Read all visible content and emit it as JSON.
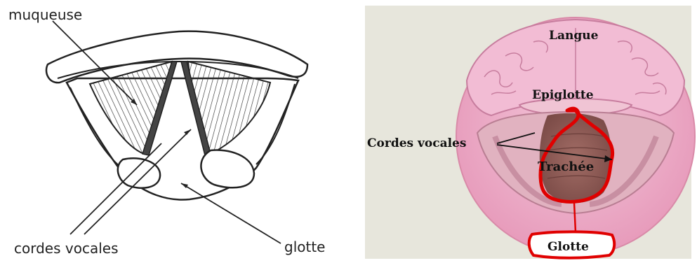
{
  "left_diagram": {
    "label_muqueuse": "muqueuse",
    "label_cordes_vocales": "cordes vocales",
    "label_glotte": "glotte"
  },
  "right_diagram": {
    "label_langue": "Langue",
    "label_epiglotte": "Epiglotte",
    "label_cordes_vocales": "Cordes vocales",
    "label_trachee": "Trachée",
    "label_glotte": "Glotte",
    "colors": {
      "background": "#e7e6dc",
      "circle_pink": "#e9a7c3",
      "tongue_pink": "#f2bcd4",
      "trachea_brown": "#8d5a55",
      "glotte_outline": "#e00000"
    }
  }
}
